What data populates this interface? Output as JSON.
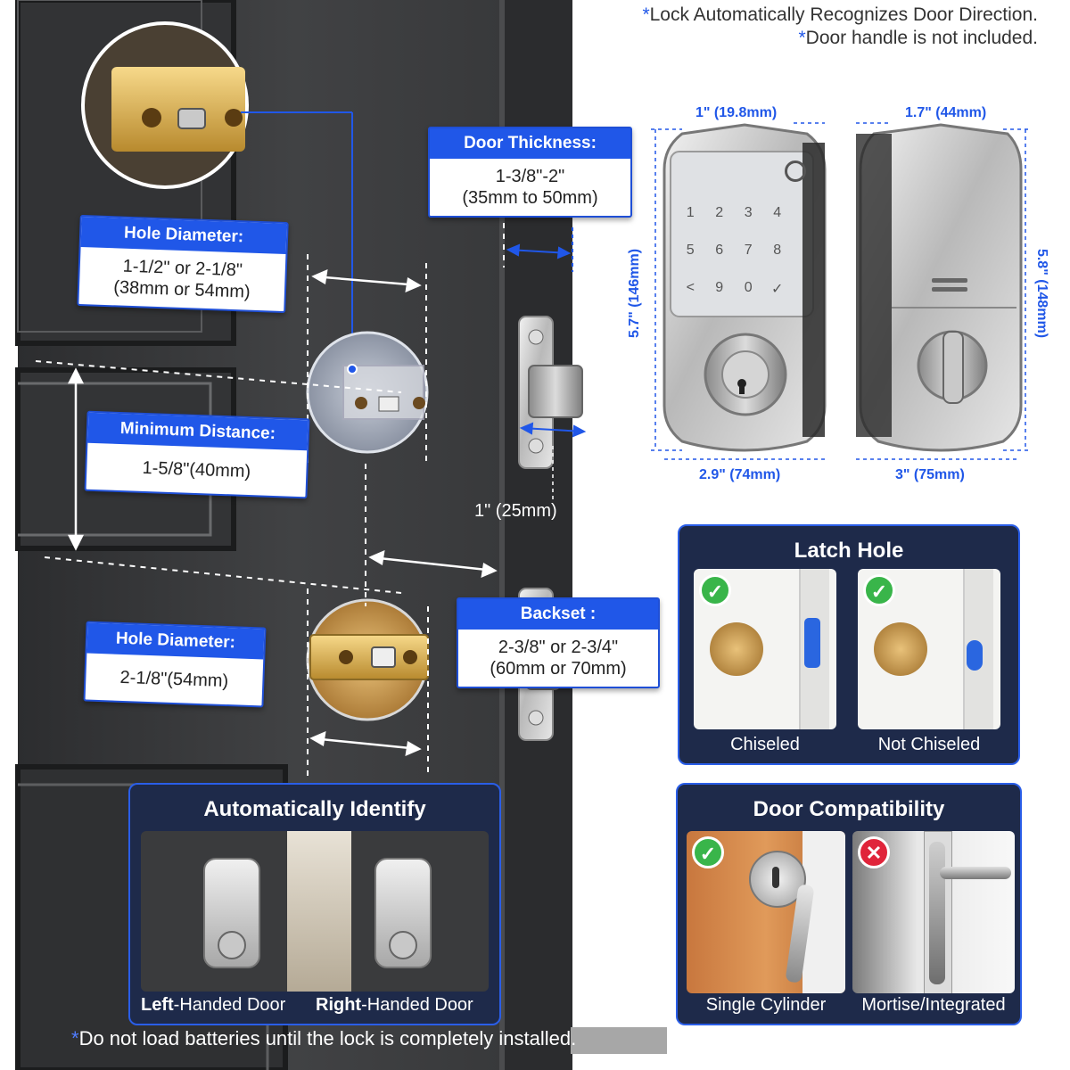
{
  "notes": {
    "line1": "Lock Automatically Recognizes Door Direction.",
    "line2": "Door handle is not included.",
    "star": "*"
  },
  "labels": {
    "door_thickness": {
      "title": "Door Thickness:",
      "line1": "1-3/8\"-2\"",
      "line2": "(35mm to 50mm)"
    },
    "hole_diameter_top": {
      "title": "Hole Diameter:",
      "line1": "1-1/2\" or 2-1/8\"",
      "line2": "(38mm or 54mm)"
    },
    "minimum_distance": {
      "title": "Minimum Distance:",
      "line1": "1-5/8\"(40mm)"
    },
    "hole_diameter_bottom": {
      "title": "Hole Diameter:",
      "line1": "2-1/8\"(54mm)"
    },
    "backset": {
      "title": "Backset :",
      "line1": "2-3/8\" or 2-3/4\"",
      "line2": "(60mm or 70mm)"
    }
  },
  "latch_width": "1\" (25mm)",
  "dimensions": {
    "front_depth": "1\" (19.8mm)",
    "back_depth": "1.7\" (44mm)",
    "front_height": "5.7\" (146mm)",
    "back_height": "5.8\" (148mm)",
    "front_width": "2.9\" (74mm)",
    "back_width": "3\" (75mm)"
  },
  "keypad": {
    "keys": [
      "1",
      "2",
      "3",
      "4",
      "5",
      "6",
      "7",
      "8",
      "<",
      "9",
      "0",
      "✓"
    ]
  },
  "latch_hole": {
    "title": "Latch Hole",
    "options": [
      {
        "caption": "Chiseled",
        "ok": true
      },
      {
        "caption": "Not Chiseled",
        "ok": true
      }
    ]
  },
  "door_compat": {
    "title": "Door Compatibility",
    "options": [
      {
        "caption": "Single Cylinder",
        "ok": true
      },
      {
        "caption": "Mortise/Integrated",
        "ok": false
      }
    ]
  },
  "auto_identify": {
    "title": "Automatically Identify",
    "left": {
      "bold": "Left",
      "rest": "-Handed Door"
    },
    "right": {
      "bold": "Right",
      "rest": "-Handed Door"
    }
  },
  "bottom_note": {
    "star": "*",
    "text": "Do not load batteries until the lock is completely installed."
  },
  "colors": {
    "accent": "#2057e8",
    "door": "#3a3b3d",
    "panel": "#1e2a4a",
    "ok": "#39b54a",
    "bad": "#e0243a"
  },
  "icons": [
    "check-icon",
    "cross-icon",
    "fingerprint-icon",
    "keyhole-icon",
    "thumbturn-icon"
  ]
}
